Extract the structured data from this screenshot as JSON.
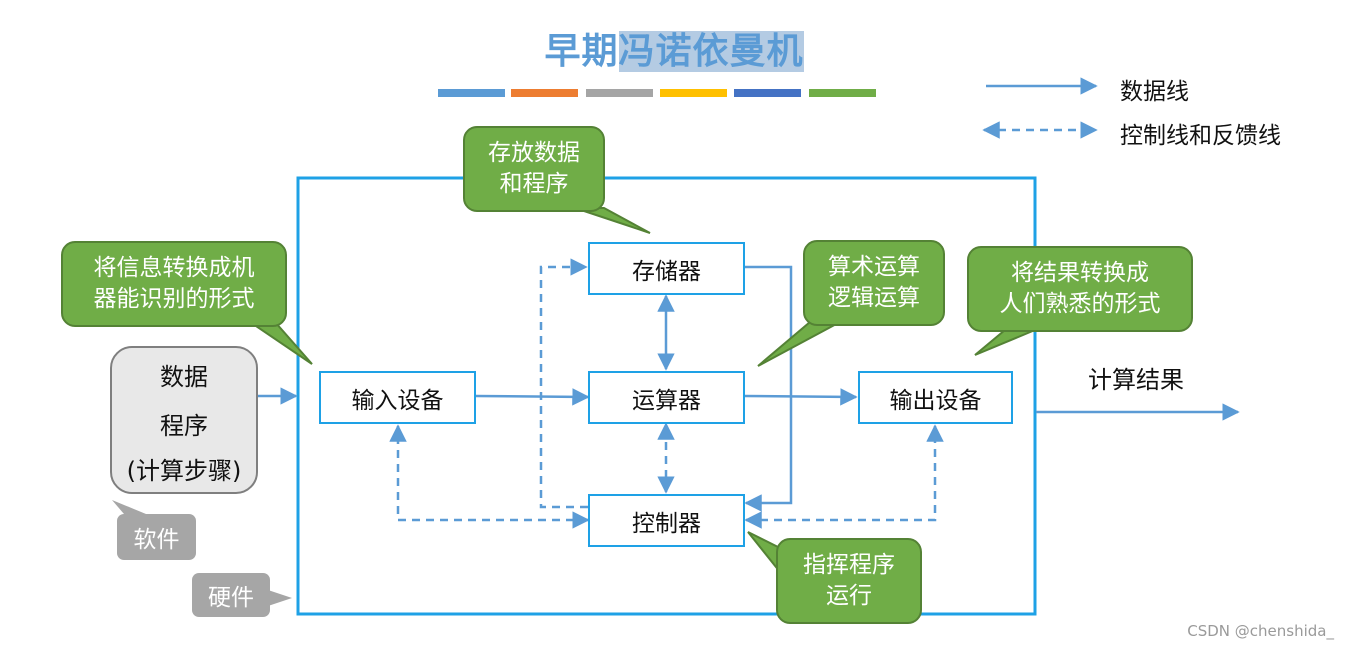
{
  "title": {
    "part1": "早期",
    "part2": "冯诺依曼机"
  },
  "title_bar_colors": [
    "#5b9bd5",
    "#ed7d31",
    "#a5a5a5",
    "#ffc000",
    "#4472c4",
    "#70ad47"
  ],
  "legend": {
    "data_line": "数据线",
    "control_line": "控制线和反馈线"
  },
  "boxes": {
    "memory": "存储器",
    "alu": "运算器",
    "input": "输入设备",
    "output": "输出设备",
    "control": "控制器"
  },
  "callouts": {
    "store": [
      "存放数据",
      "和程序"
    ],
    "convert_in": [
      "将信息转换成机",
      "器能识别的形式"
    ],
    "compute": [
      "算术运算",
      "逻辑运算"
    ],
    "convert_out": [
      "将结果转换成",
      "人们熟悉的形式"
    ],
    "direct": [
      "指挥程序",
      "运行"
    ]
  },
  "software_card": {
    "line1": "数据",
    "line2": "程序",
    "line3": "(计算步骤)"
  },
  "tags": {
    "software": "软件",
    "hardware": "硬件"
  },
  "result": "计算结果",
  "watermark": "CSDN @chenshida_",
  "colors": {
    "frame": "#1ea1e6",
    "arrow": "#5b9bd5",
    "callout": "#70ad47",
    "tag": "#a6a6a6"
  }
}
